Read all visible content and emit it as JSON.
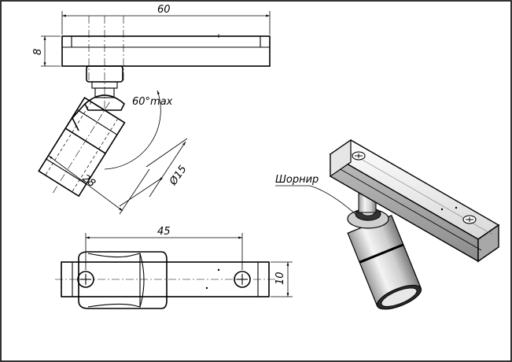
{
  "dimensions": {
    "length_top": "60",
    "height_top": "8",
    "angle": "60°max",
    "body_length": "28",
    "diameter": "Ø15",
    "screw_spacing": "45",
    "height_bottom": "10"
  },
  "labels": {
    "hinge": "Шорнир"
  }
}
